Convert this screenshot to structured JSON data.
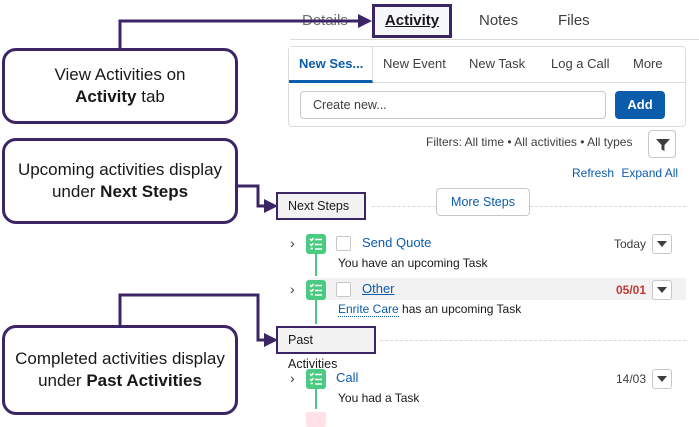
{
  "tabs": [
    {
      "label": "Details"
    },
    {
      "label": "Activity"
    },
    {
      "label": "Notes"
    },
    {
      "label": "Files"
    }
  ],
  "composer": {
    "tabs": [
      "New Ses...",
      "New Event",
      "New Task",
      "Log a Call",
      "More"
    ],
    "input_value": "Create new...",
    "add_label": "Add"
  },
  "filters": {
    "text": "Filters: All time • All activities • All types",
    "refresh": "Refresh",
    "expand_all": "Expand All"
  },
  "next_steps": {
    "title": "Next Steps",
    "more_label": "More Steps",
    "items": [
      {
        "subject": "Send Quote",
        "date": "Today",
        "who": "",
        "desc": "You have an upcoming Task"
      },
      {
        "subject": "Other",
        "date": "05/01",
        "who": "Enrite Care",
        "desc": "has an upcoming Task"
      }
    ]
  },
  "past_activities": {
    "title": "Past Activities",
    "items": [
      {
        "subject": "Call",
        "date": "14/03",
        "desc": "You had a Task"
      }
    ]
  },
  "callouts": {
    "c1_pre": "View Activities on",
    "c1_bold": "Activity",
    "c1_post": "tab",
    "c2_pre": "Upcoming activities display under",
    "c2_bold": "Next Steps",
    "c3_pre": "Completed activities display under",
    "c3_bold": "Past Activities"
  },
  "colors": {
    "callout_border": "#3b2565",
    "brand_blue": "#0b5cab",
    "task_green": "#4bca81",
    "overdue_red": "#c23934"
  }
}
